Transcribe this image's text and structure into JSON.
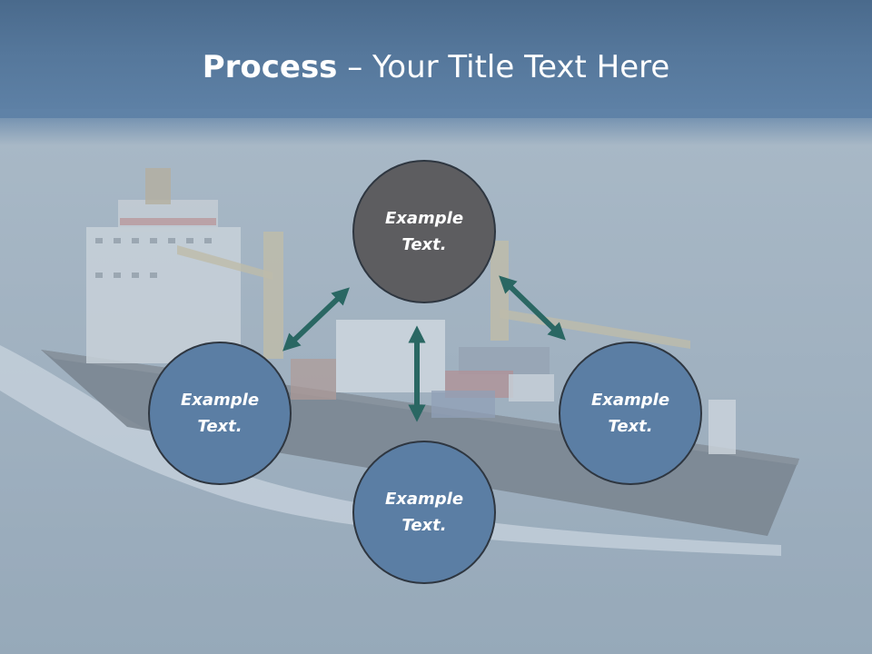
{
  "slide": {
    "title_bold": "Process",
    "title_rest": " – Your Title Text Here"
  },
  "diagram": {
    "nodes": [
      {
        "id": "top",
        "label": "Example\nText.",
        "style": "dark"
      },
      {
        "id": "left",
        "label": "Example\nText.",
        "style": "blue"
      },
      {
        "id": "right",
        "label": "Example\nText.",
        "style": "blue"
      },
      {
        "id": "bottom",
        "label": "Example\nText.",
        "style": "blue"
      }
    ],
    "edges": [
      {
        "from": "left",
        "to": "top",
        "direction": "both"
      },
      {
        "from": "top",
        "to": "right",
        "direction": "both"
      },
      {
        "from": "top",
        "to": "bottom",
        "direction": "both"
      }
    ]
  },
  "colors": {
    "header": "#55779b",
    "node_dark": "#5d5d60",
    "node_blue": "#5b7ea4",
    "arrow": "#2a6763"
  },
  "background": {
    "photo": "container-ship-at-sea"
  }
}
